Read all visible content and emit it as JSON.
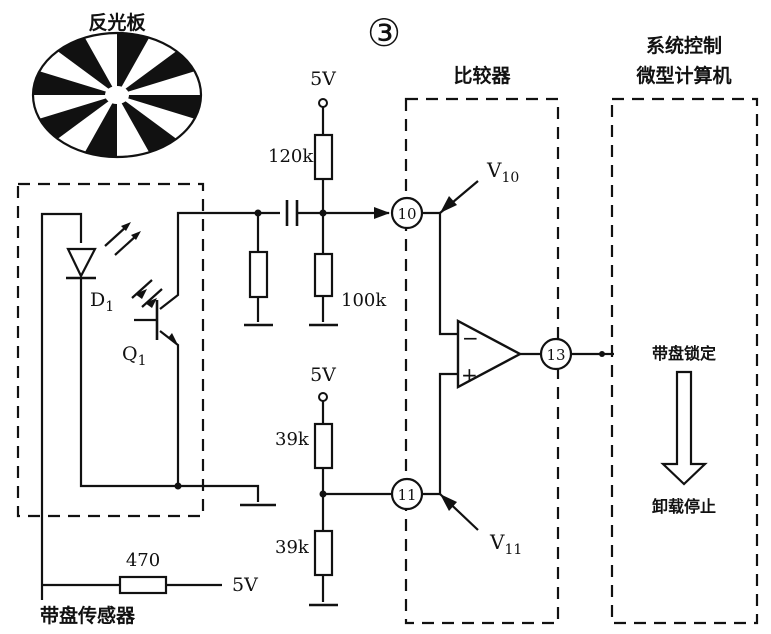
{
  "title_reflector": "反光板",
  "figure_number": "③",
  "comparator_title": "比较器",
  "computer_title_line1": "系统控制",
  "computer_title_line2": "微型计算机",
  "sensor_title": "带盘传感器",
  "supply_top": "5V",
  "supply_mid": "5V",
  "supply_bottom": "5V",
  "r_120k": "120k",
  "r_100k": "100k",
  "r_39k_top": "39k",
  "r_39k_bottom": "39k",
  "r_470": "470",
  "diode_label": "D",
  "diode_sub": "1",
  "transistor_label": "Q",
  "transistor_sub": "1",
  "pin_10": "10",
  "pin_11": "11",
  "pin_13": "13",
  "v10_label": "V",
  "v10_sub": "10",
  "v11_label": "V",
  "v11_sub": "11",
  "opamp_minus": "−",
  "opamp_plus": "+",
  "lock_text": "带盘锁定",
  "unload_text": "卸载停止"
}
